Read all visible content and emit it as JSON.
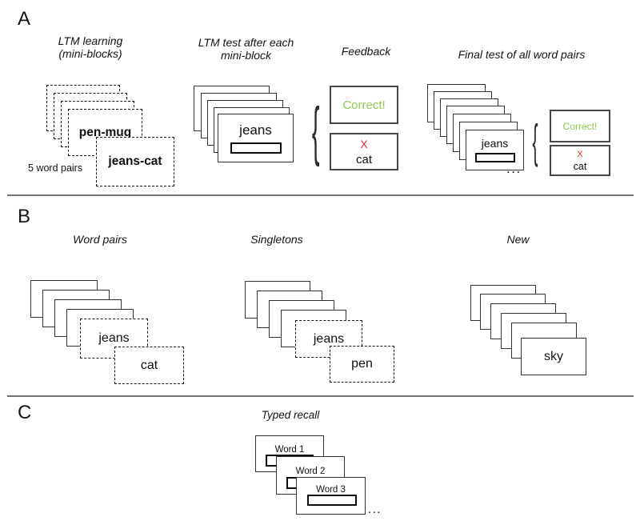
{
  "figure": {
    "panel_a": {
      "label": "A",
      "learning": {
        "title": [
          "LTM learning",
          "(mini-blocks)"
        ],
        "back_card_word": "pen-mug",
        "front_card_word": "jeans-cat",
        "caption": "5 word pairs"
      },
      "mini_test": {
        "title": [
          "LTM test after each",
          "mini-block"
        ],
        "cue_word": "jeans"
      },
      "feedback": {
        "title": "Feedback",
        "correct_text": "Correct!",
        "error_mark": "X",
        "error_word": "cat"
      },
      "final_test": {
        "title": "Final test of all word pairs",
        "cue_word": "jeans",
        "ellipsis": "...",
        "correct_text": "Correct!",
        "error_mark": "X",
        "error_word": "cat"
      }
    },
    "panel_b": {
      "label": "B",
      "word_pairs": {
        "title": "Word pairs",
        "cue_word": "jeans",
        "target_word": "cat"
      },
      "singletons": {
        "title": "Singletons",
        "cue_word": "jeans",
        "target_word": "pen"
      },
      "new": {
        "title": "New",
        "word": "sky"
      }
    },
    "panel_c": {
      "label": "C",
      "title": "Typed recall",
      "cards": [
        {
          "word": "Word 1"
        },
        {
          "word": "Word 2"
        },
        {
          "word": "Word 3"
        }
      ],
      "ellipsis": "..."
    },
    "glyphs": {
      "brace": "{"
    },
    "colors": {
      "correct_green": "#8fc94f",
      "error_red": "#e62e2e",
      "card_border": "#333333"
    }
  }
}
